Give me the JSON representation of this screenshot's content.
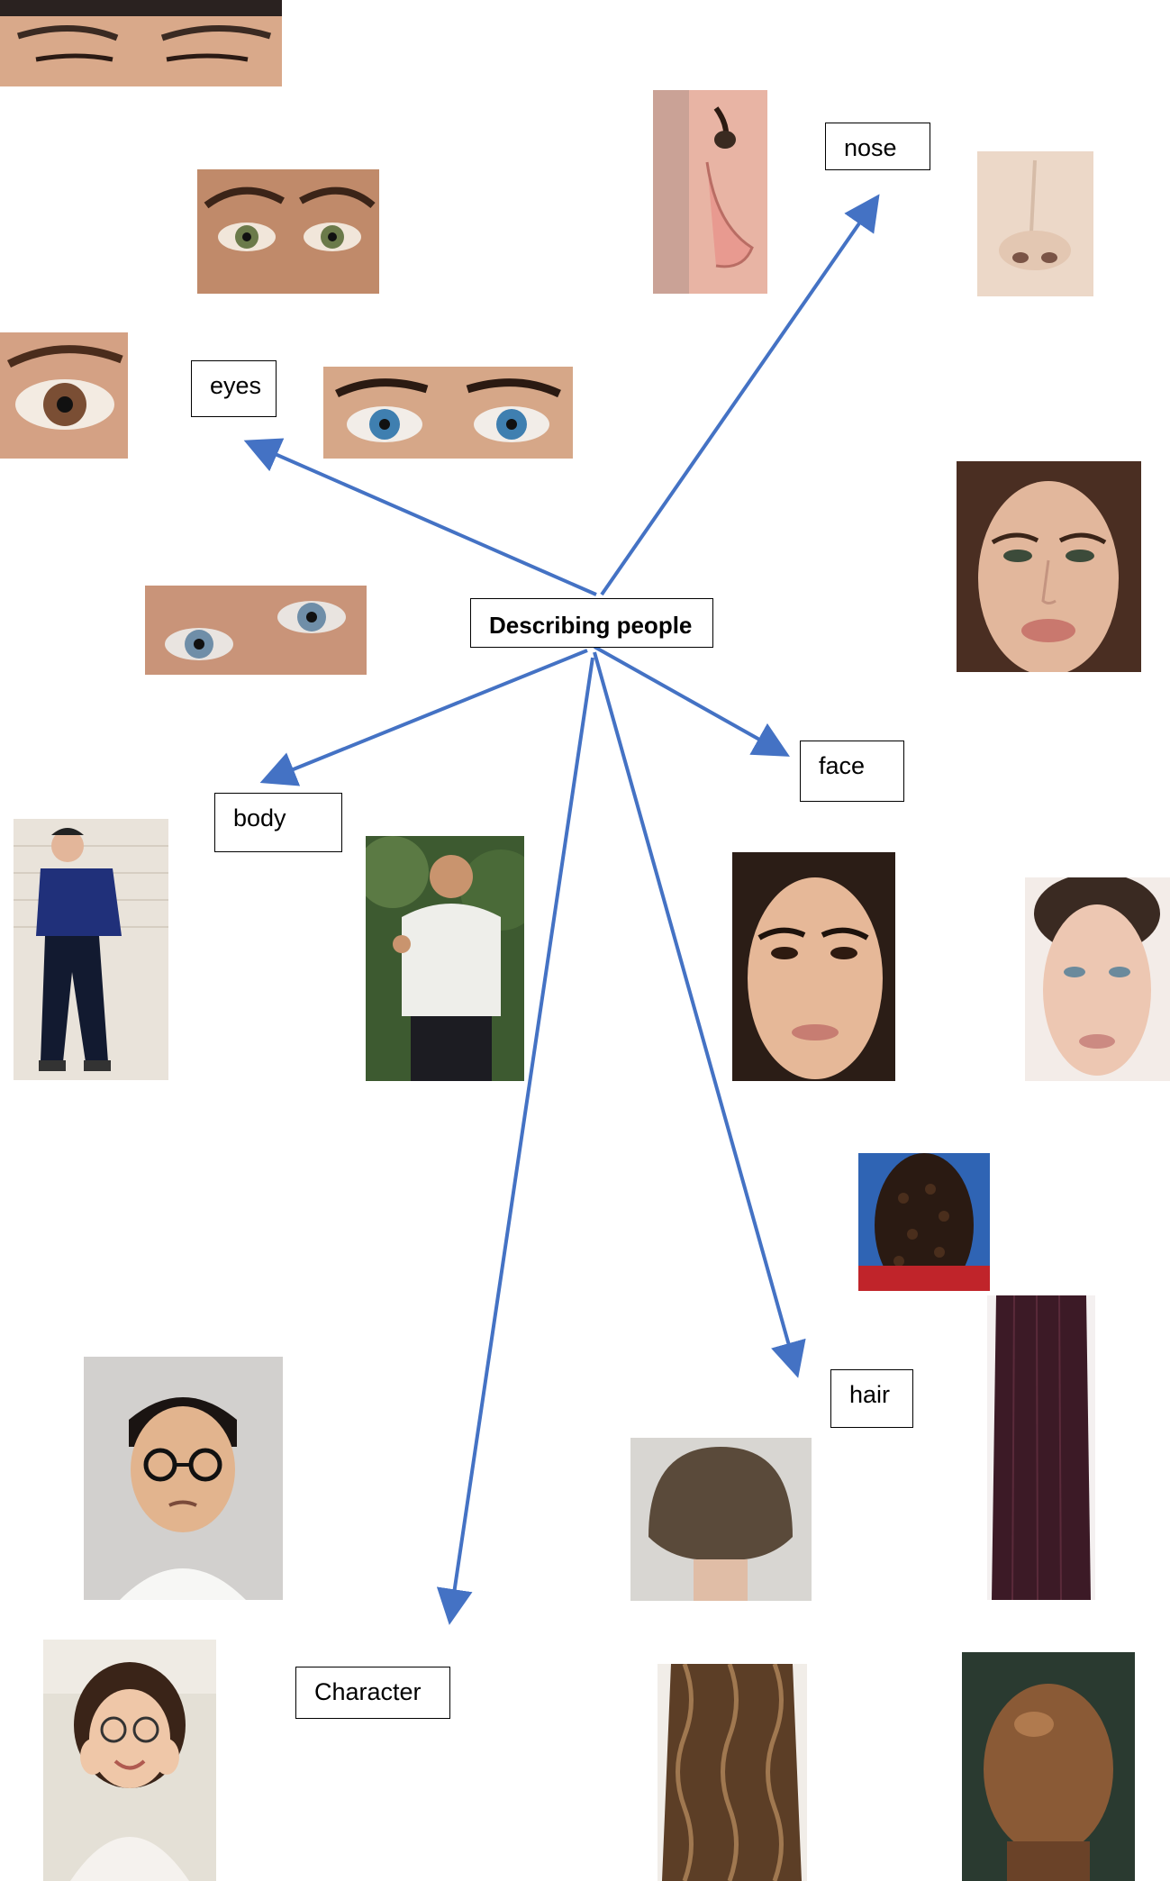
{
  "center": {
    "label": "Describing people"
  },
  "nodes": {
    "nose": "nose",
    "eyes": "eyes",
    "face": "face",
    "body": "body",
    "hair": "hair",
    "character": "Character"
  },
  "colors": {
    "arrow": "#4472C4",
    "border": "#000000"
  }
}
